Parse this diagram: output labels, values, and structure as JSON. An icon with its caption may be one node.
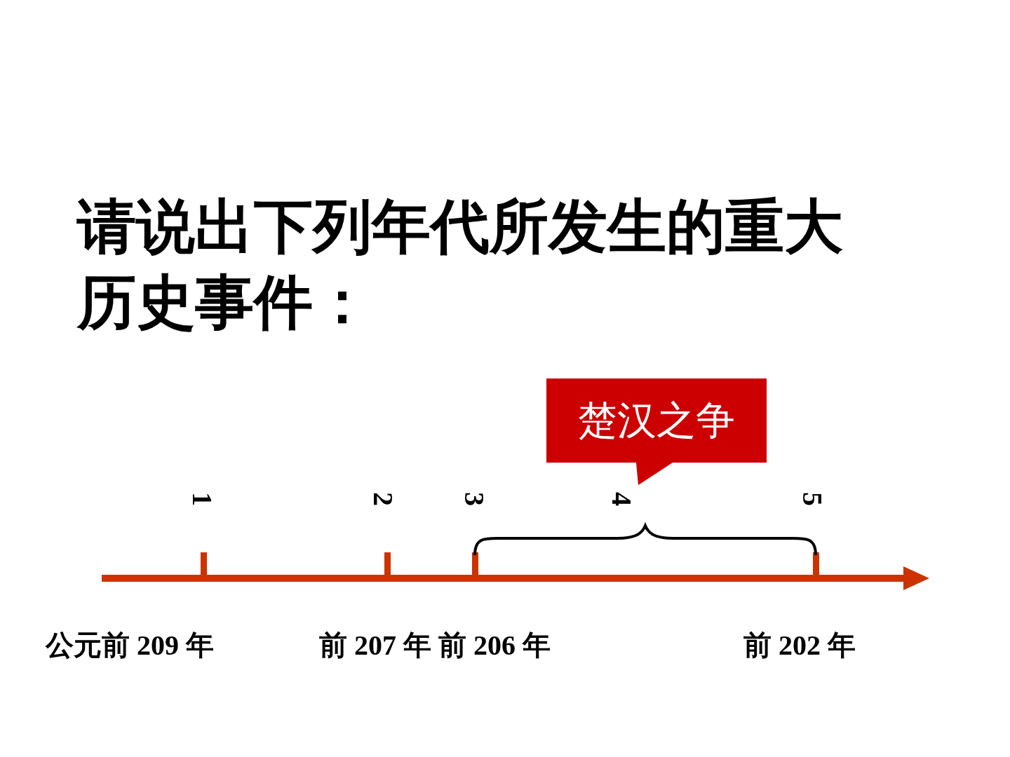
{
  "diagram": {
    "title": "请说出下列年代所发生的重大历史事件：",
    "nodes": [
      {
        "text": [
          "楚汉之争"
        ]
      }
    ],
    "edges": [],
    "labels": [
      "1",
      "2",
      "3",
      "4",
      "5",
      "公元前 209 年",
      "前 207 年",
      "前 206 年",
      "前 202 年"
    ]
  }
}
